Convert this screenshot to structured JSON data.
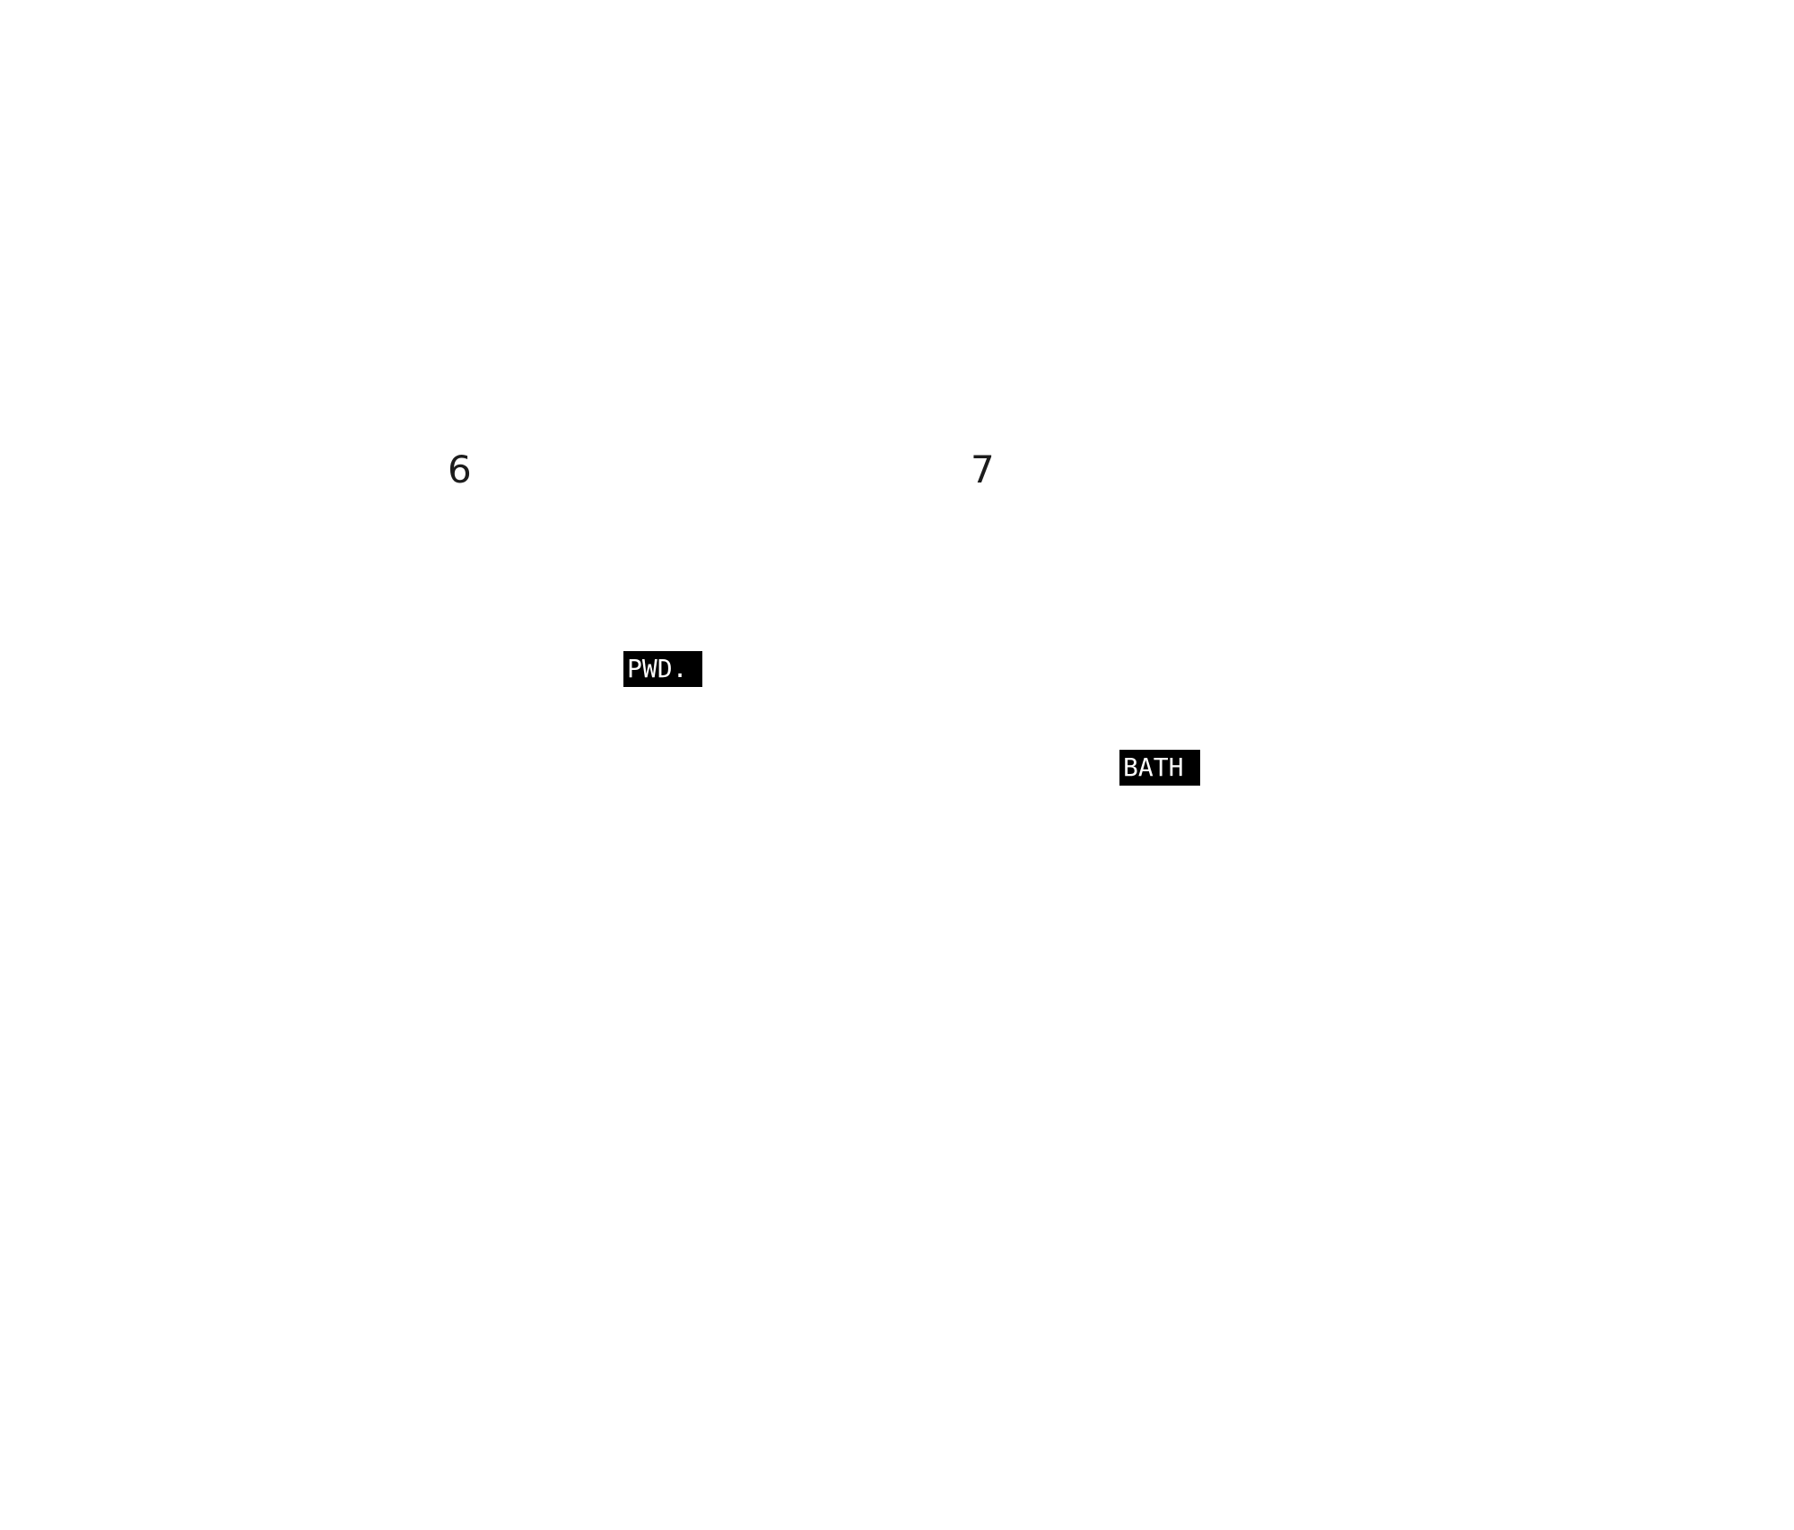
{
  "grid_markers": [
    {
      "label": "6"
    },
    {
      "label": "7"
    }
  ],
  "room_tags": [
    {
      "label": "PWD."
    },
    {
      "label": "BATH"
    }
  ],
  "colors": {
    "background": "#ffffff",
    "text": "#1c1c1c",
    "tag_background": "#000000",
    "tag_text": "#ffffff"
  }
}
